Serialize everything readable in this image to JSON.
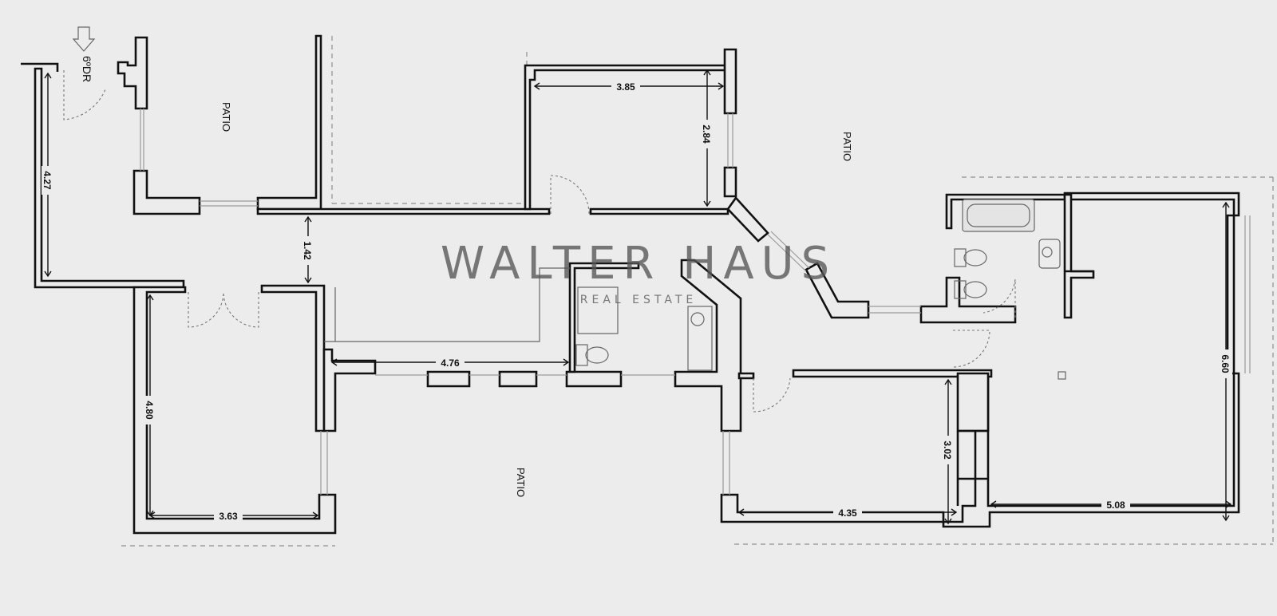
{
  "watermark": {
    "brand": "WALTER HAUS",
    "tagline": "REAL ESTATE"
  },
  "labels": {
    "patio_top_left": "PATIO",
    "patio_top_right": "PATIO",
    "patio_bottom": "PATIO",
    "entry_floor": "6ºDR"
  },
  "dimensions": {
    "top_room_width": "3.85",
    "top_room_height": "2.84",
    "corridor_left_height": "4.27",
    "corridor_gap": "1.42",
    "hall_width": "4.76",
    "left_room_height": "4.80",
    "left_room_width": "3.63",
    "mid_right_room_height": "3.02",
    "mid_right_room_width": "4.35",
    "right_room_height": "6.60",
    "right_room_width": "5.08"
  },
  "icons": {
    "entrance": "entrance-arrow-icon"
  }
}
